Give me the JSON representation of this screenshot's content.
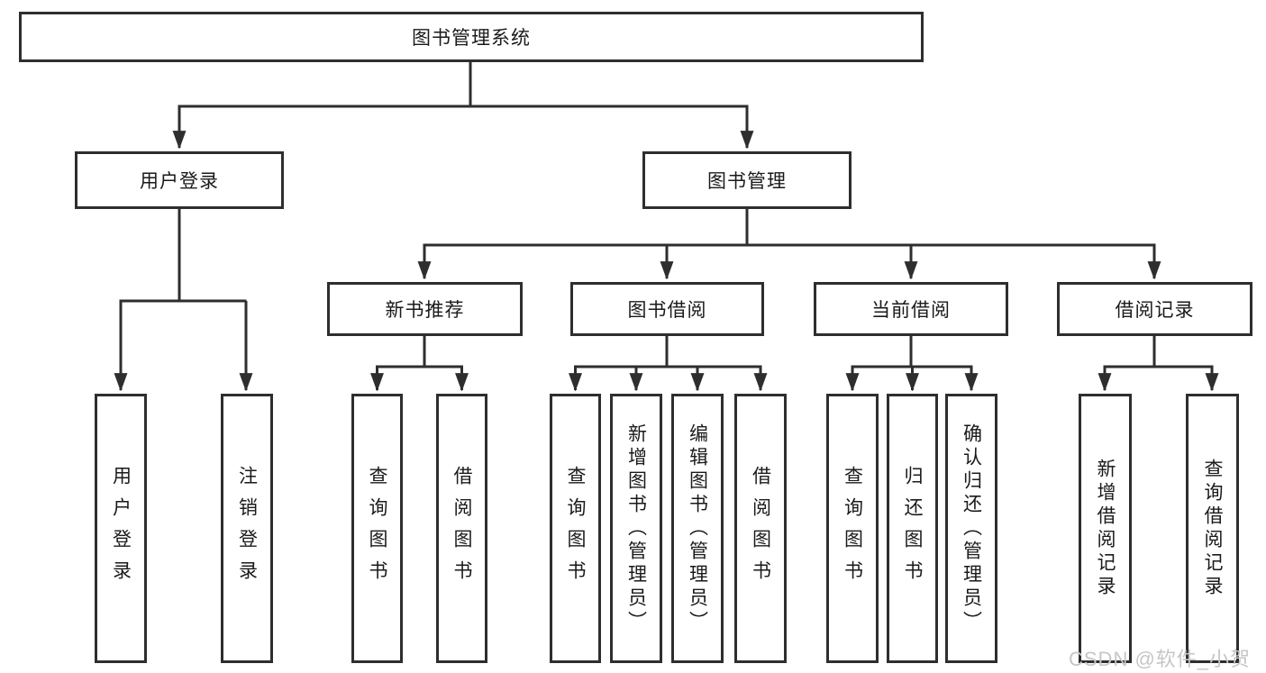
{
  "diagram": {
    "root": {
      "label": "图书管理系统"
    },
    "branches": [
      {
        "label": "用户登录",
        "children": [
          {
            "label": "用户登录"
          },
          {
            "label": "注销登录"
          }
        ]
      },
      {
        "label": "图书管理",
        "groups": [
          {
            "label": "新书推荐",
            "children": [
              {
                "label": "查询图书"
              },
              {
                "label": "借阅图书"
              }
            ]
          },
          {
            "label": "图书借阅",
            "children": [
              {
                "label": "查询图书"
              },
              {
                "label": "新增图书（管理员）"
              },
              {
                "label": "编辑图书（管理员）"
              },
              {
                "label": "借阅图书"
              }
            ]
          },
          {
            "label": "当前借阅",
            "children": [
              {
                "label": "查询图书"
              },
              {
                "label": "归还图书"
              },
              {
                "label": "确认归还（管理员）"
              }
            ]
          },
          {
            "label": "借阅记录",
            "children": [
              {
                "label": "新增借阅记录"
              },
              {
                "label": "查询借阅记录"
              }
            ]
          }
        ]
      }
    ]
  },
  "watermark": {
    "text": "CSDN @软件_小贺同学"
  },
  "colors": {
    "line": "#2e2e2e",
    "box_fill": "#ffffff",
    "text": "#1a1a1a",
    "watermark": "#c6c6c6"
  }
}
